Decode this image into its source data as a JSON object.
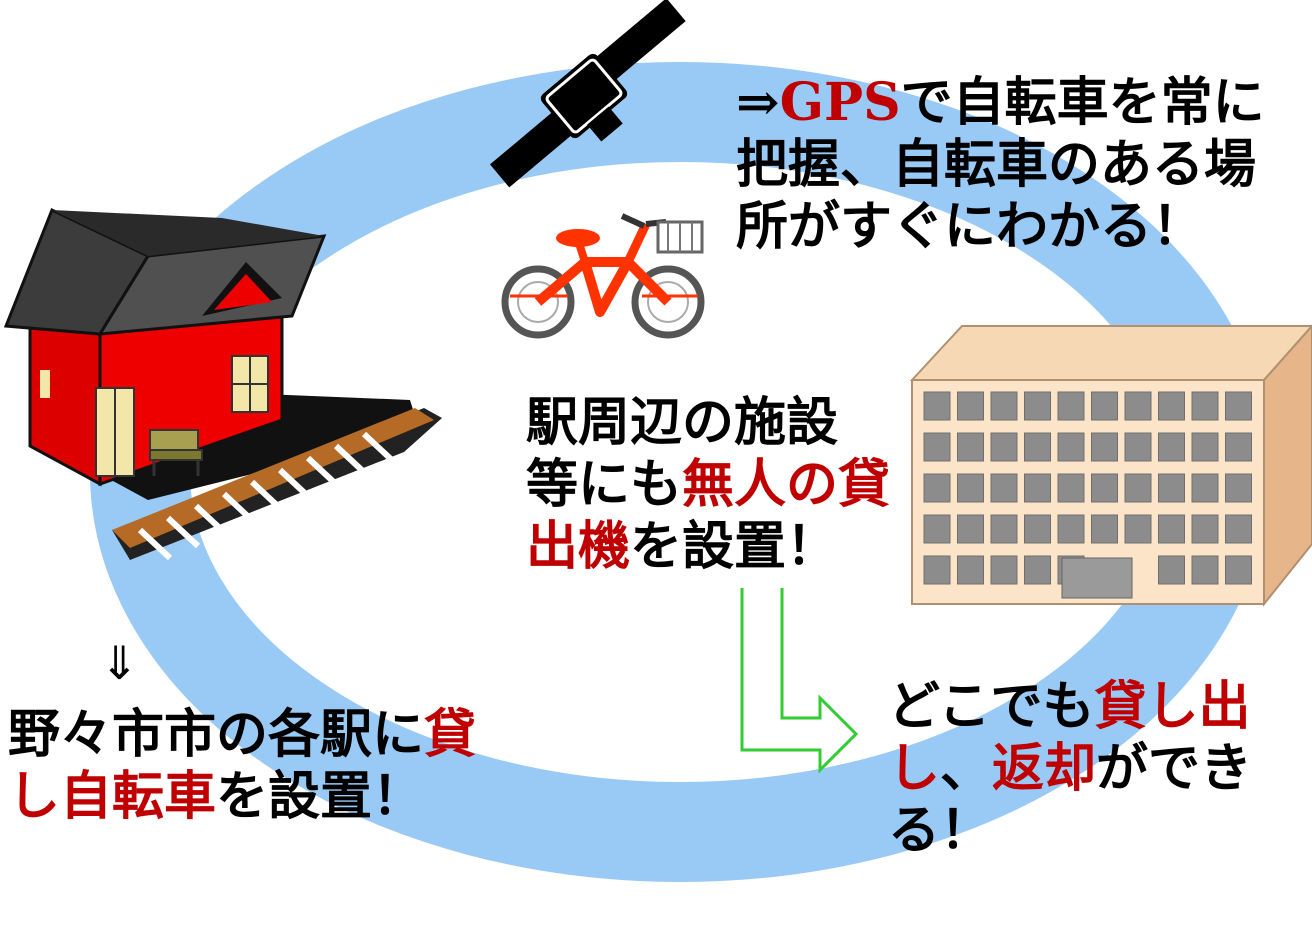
{
  "colors": {
    "ring": "#99caf6",
    "accent_text": "#c00000",
    "arrow": "#33cc33",
    "station_wall": "#ee0000",
    "roof": "#3a3a3a"
  },
  "icons": [
    "satellite-icon",
    "bicycle-icon",
    "station-house-icon",
    "office-building-icon",
    "bent-arrow-icon",
    "down-double-arrow-icon"
  ],
  "gps": {
    "arrow": "⇒",
    "gps": "GPS",
    "line1_rest": "で自転車を常に",
    "line2": "把握、自転車のある場",
    "line3": "所がすぐにわかる！"
  },
  "center": {
    "line1": "駅周辺の施設",
    "line2_a": "等にも",
    "line2_red": "無人の貸",
    "line3_red": "出機",
    "line3_b": "を設置！"
  },
  "left": {
    "arrow": "⇓",
    "line1_a": "野々市市の各駅に",
    "line1_red": "貸",
    "line2_red": "し自転車",
    "line2_b": "を設置！"
  },
  "right": {
    "line1_a": "どこでも",
    "line1_red": "貸し出",
    "line2_red_a": "し",
    "line2_b": "、",
    "line2_red_b": "返却",
    "line2_c": "ができ",
    "line3": "る！"
  }
}
